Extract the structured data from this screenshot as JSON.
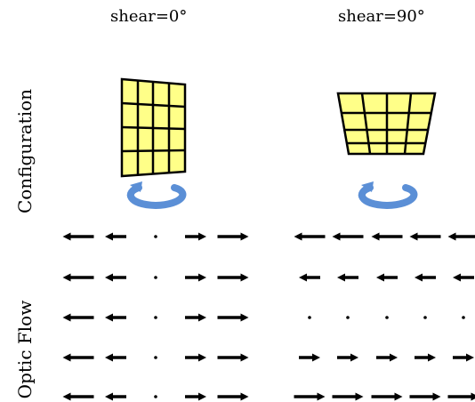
{
  "columns": [
    {
      "title": "shear=0°",
      "flow": "rotation"
    },
    {
      "title": "shear=90°",
      "flow": "shear"
    }
  ],
  "rows": {
    "configuration_label": "Configuration",
    "optic_flow_label": "Optic Flow"
  },
  "colors": {
    "panel": "#ffff88",
    "grid_line": "#000000",
    "rod": "#5b8fd6",
    "rod_edge": "#3e6fb8",
    "arrow": "#000000"
  },
  "flow_rotation": [
    [
      -3,
      -2,
      0,
      2,
      3
    ],
    [
      -3,
      -2,
      0,
      2,
      3
    ],
    [
      -3,
      -2,
      0,
      2,
      3
    ],
    [
      -3,
      -2,
      0,
      2,
      3
    ],
    [
      -3,
      -2,
      0,
      2,
      3
    ]
  ],
  "flow_shear": [
    [
      -3,
      -3,
      -3,
      -3,
      -3
    ],
    [
      -2,
      -2,
      -2,
      -2,
      -2
    ],
    [
      0,
      0,
      0,
      0,
      0
    ],
    [
      2,
      2,
      2,
      2,
      2
    ],
    [
      3,
      3,
      3,
      3,
      3
    ]
  ]
}
